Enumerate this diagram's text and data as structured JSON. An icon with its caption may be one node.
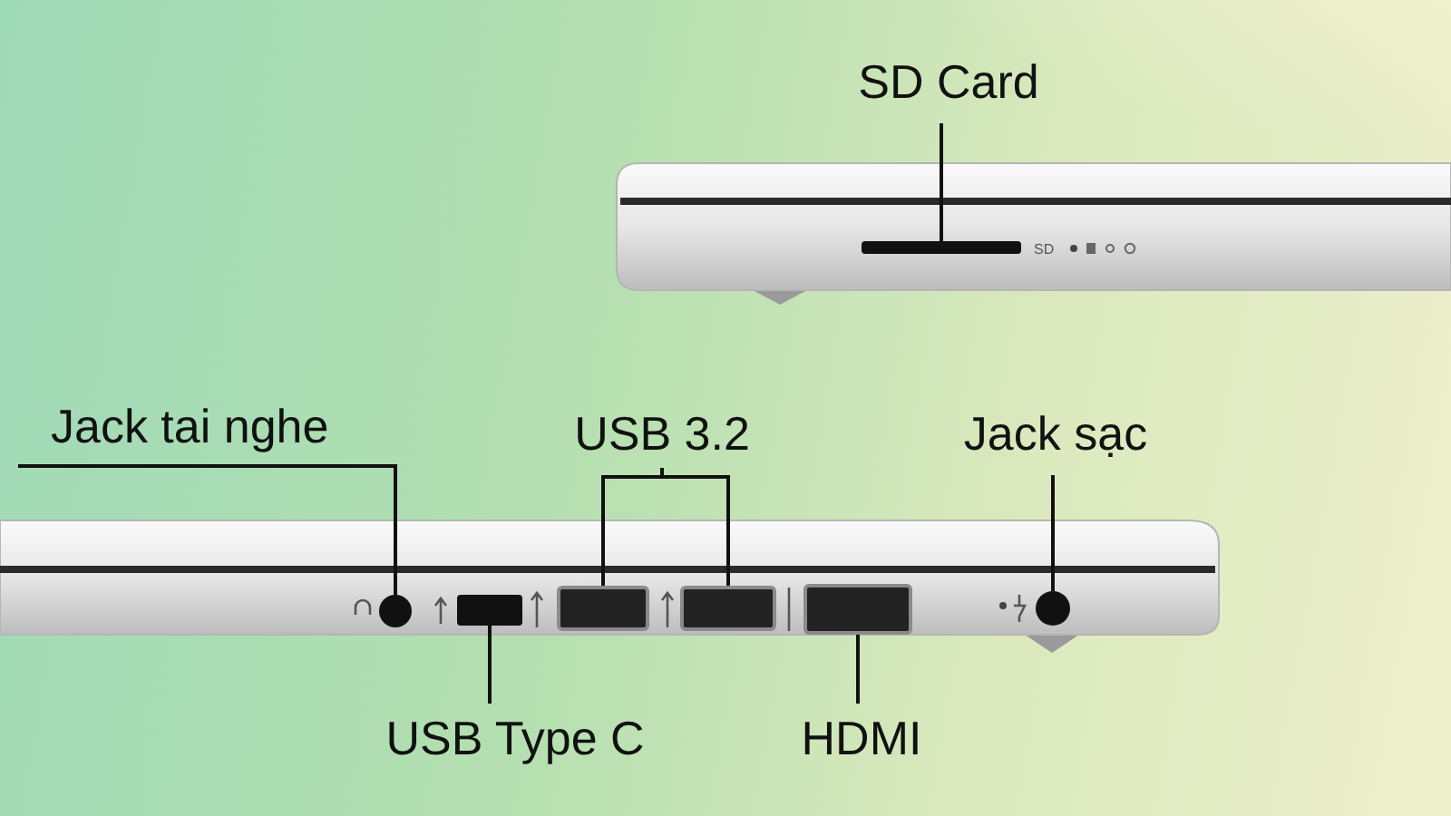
{
  "diagram": {
    "nodes": [
      {
        "text": [
          "SD Card"
        ]
      },
      {
        "text": [
          "Jack tai nghe"
        ]
      },
      {
        "text": [
          "USB 3.2"
        ]
      },
      {
        "text": [
          "Jack sạc"
        ]
      },
      {
        "text": [
          "USB Type C"
        ]
      },
      {
        "text": [
          "HDMI"
        ]
      },
      {
        "text": [],
        "shape": "bar"
      },
      {
        "text": [],
        "shape": "circle"
      },
      {
        "text": [],
        "shape": "bar"
      },
      {
        "text": [],
        "shape": "box"
      },
      {
        "text": [],
        "shape": "box"
      },
      {
        "text": [],
        "shape": "box"
      },
      {
        "text": [],
        "shape": "circle"
      }
    ],
    "edges": [
      {
        "from": 0,
        "to": 6,
        "arrow": "none"
      },
      {
        "from": 1,
        "to": 7,
        "arrow": "none"
      },
      {
        "from": 2,
        "to": 9,
        "arrow": "none"
      },
      {
        "from": 2,
        "to": 10,
        "arrow": "none"
      },
      {
        "from": 3,
        "to": 12,
        "arrow": "none"
      },
      {
        "from": 4,
        "to": 8,
        "arrow": "none"
      },
      {
        "from": 5,
        "to": 11,
        "arrow": "none"
      }
    ],
    "labels": [
      "SD"
    ]
  }
}
